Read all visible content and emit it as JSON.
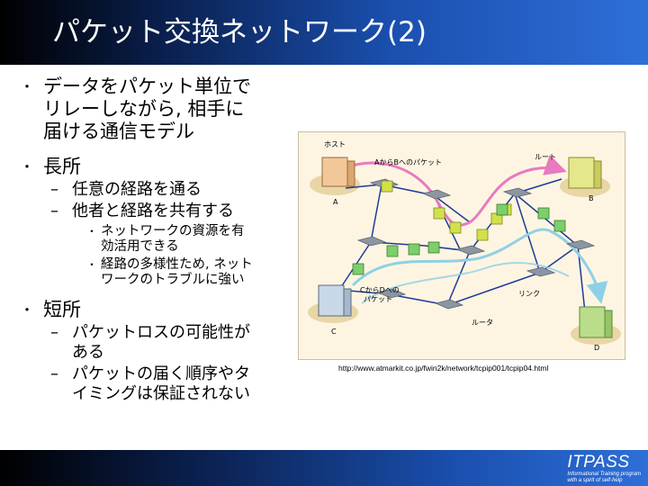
{
  "slide": {
    "title": "パケット交換ネットワーク(2)"
  },
  "bullets": {
    "item1": {
      "marker": "・",
      "lines": [
        "データをパケット単位で",
        "リレーしながら, 相手に",
        "届ける通信モデル"
      ]
    },
    "item2": {
      "marker": "・",
      "label": "長所",
      "sub": [
        {
          "marker": "–",
          "lines": [
            "任意の経路を通る"
          ]
        },
        {
          "marker": "–",
          "lines": [
            "他者と経路を共有する"
          ]
        }
      ],
      "subsub": [
        {
          "marker": "・",
          "lines": [
            "ネットワークの資源を有",
            "効活用できる"
          ]
        },
        {
          "marker": "・",
          "lines": [
            "経路の多様性ため, ネット",
            "ワークのトラブルに強い"
          ]
        }
      ]
    },
    "item3": {
      "marker": "・",
      "label": "短所",
      "sub": [
        {
          "marker": "–",
          "lines": [
            "パケットロスの可能性が",
            "ある"
          ]
        },
        {
          "marker": "–",
          "lines": [
            "パケットの届く順序やタ",
            "イミングは保証されない"
          ]
        }
      ]
    }
  },
  "diagram": {
    "labels": {
      "host": "ホスト",
      "route": "ルート",
      "path_ab": "AからBへのパケット",
      "path_cd_1": "CからDへの",
      "path_cd_2": "パケット",
      "link": "リンク",
      "router": "ルータ",
      "node_a": "A",
      "node_b": "B",
      "node_c": "C",
      "node_d": "D"
    },
    "colors": {
      "background": "#fdf5e2",
      "path_ab": "#e87ac0",
      "path_cd": "#8fd0e6",
      "link": "#1f3b9a",
      "router": "#8c96a3",
      "packet": "#d4e04a",
      "host_a": "#f2c89a",
      "host_b": "#e4e88a",
      "host_c": "#c9d8e8",
      "host_d": "#b9dd8a"
    }
  },
  "caption": "http://www.atmarkit.co.jp/fwin2k/network/tcpip001/tcpip04.html",
  "logo": {
    "main": "ITPASS",
    "sub1": "Informational Training program",
    "sub2": "with a spirit of self-help"
  }
}
